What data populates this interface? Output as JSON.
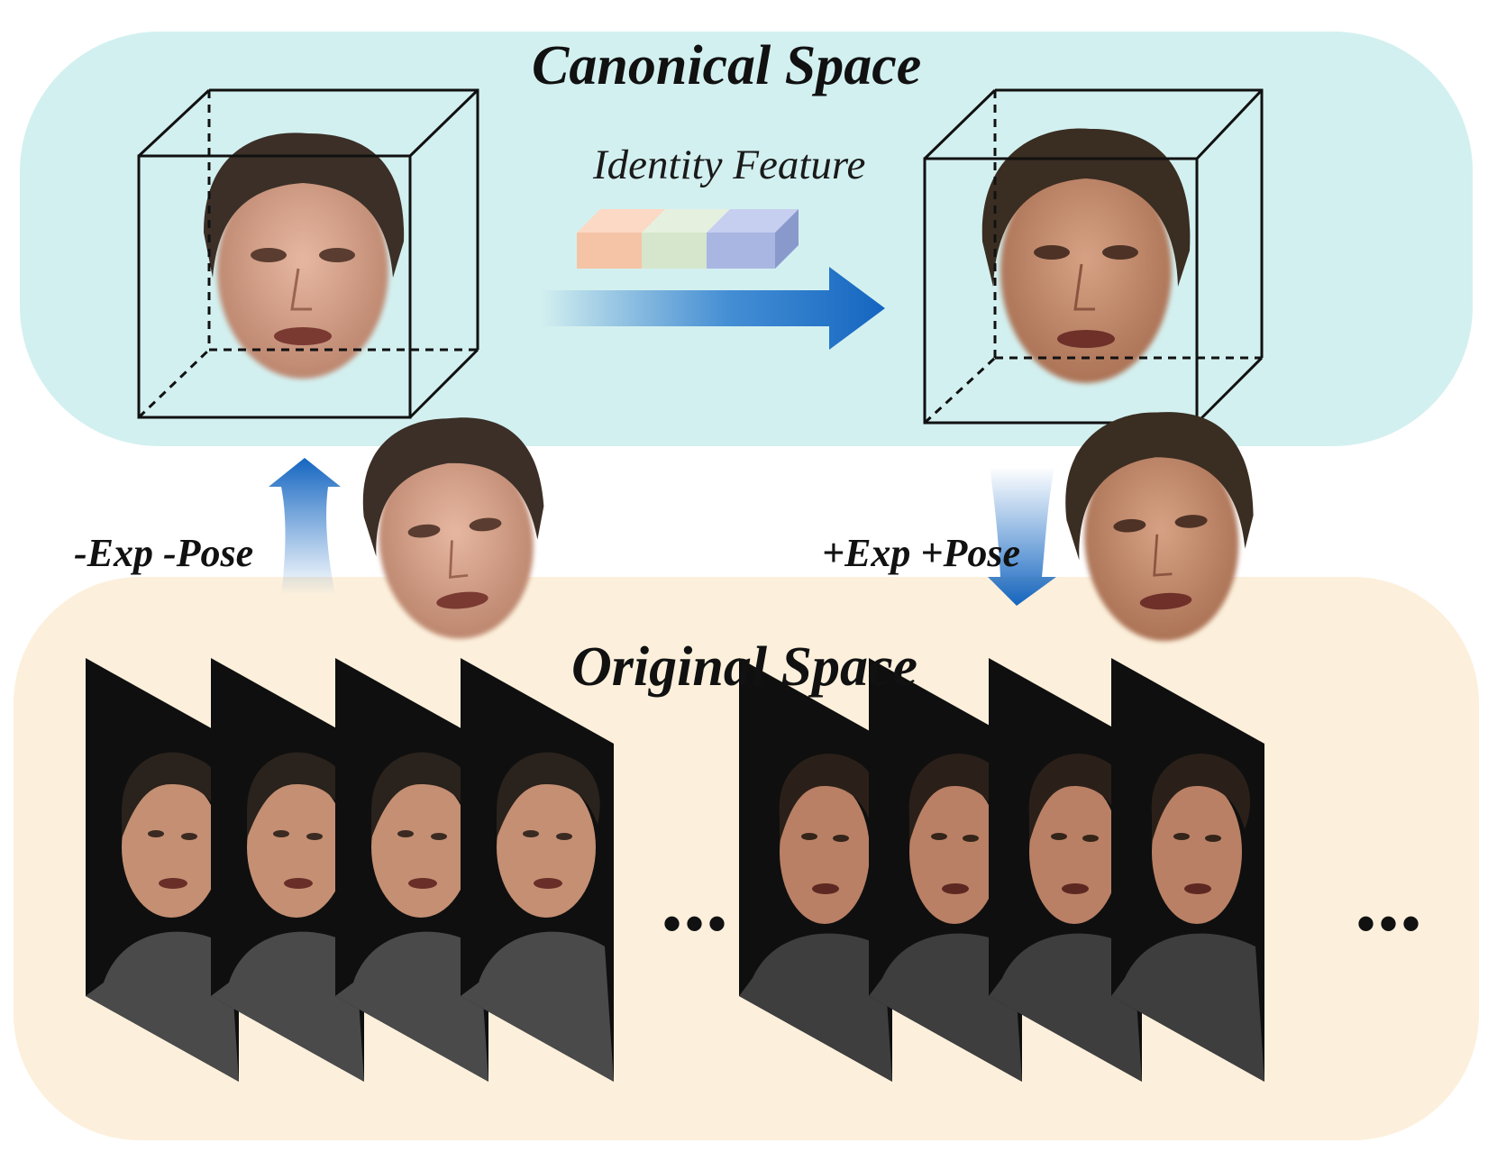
{
  "diagram": {
    "canonical_space_title": "Canonical Space",
    "original_space_title": "Original Space",
    "identity_feature_label": "Identity Feature",
    "neg_transform_label": "-Exp -Pose",
    "pos_transform_label": "+Exp +Pose",
    "ellipsis_left": "•••",
    "ellipsis_right": "•••",
    "colors": {
      "canonical_band": "#d3f0f0",
      "original_band": "#fcf0dc",
      "arrow_blue": "#1f6fc7",
      "feature_orange": "#f5c4a6",
      "feature_green": "#d6e6cc",
      "feature_blue": "#a9b6e2"
    },
    "icons": [
      "cube-wireframe",
      "face-photo",
      "video-frame-stack",
      "gradient-arrow",
      "feature-bars"
    ]
  }
}
